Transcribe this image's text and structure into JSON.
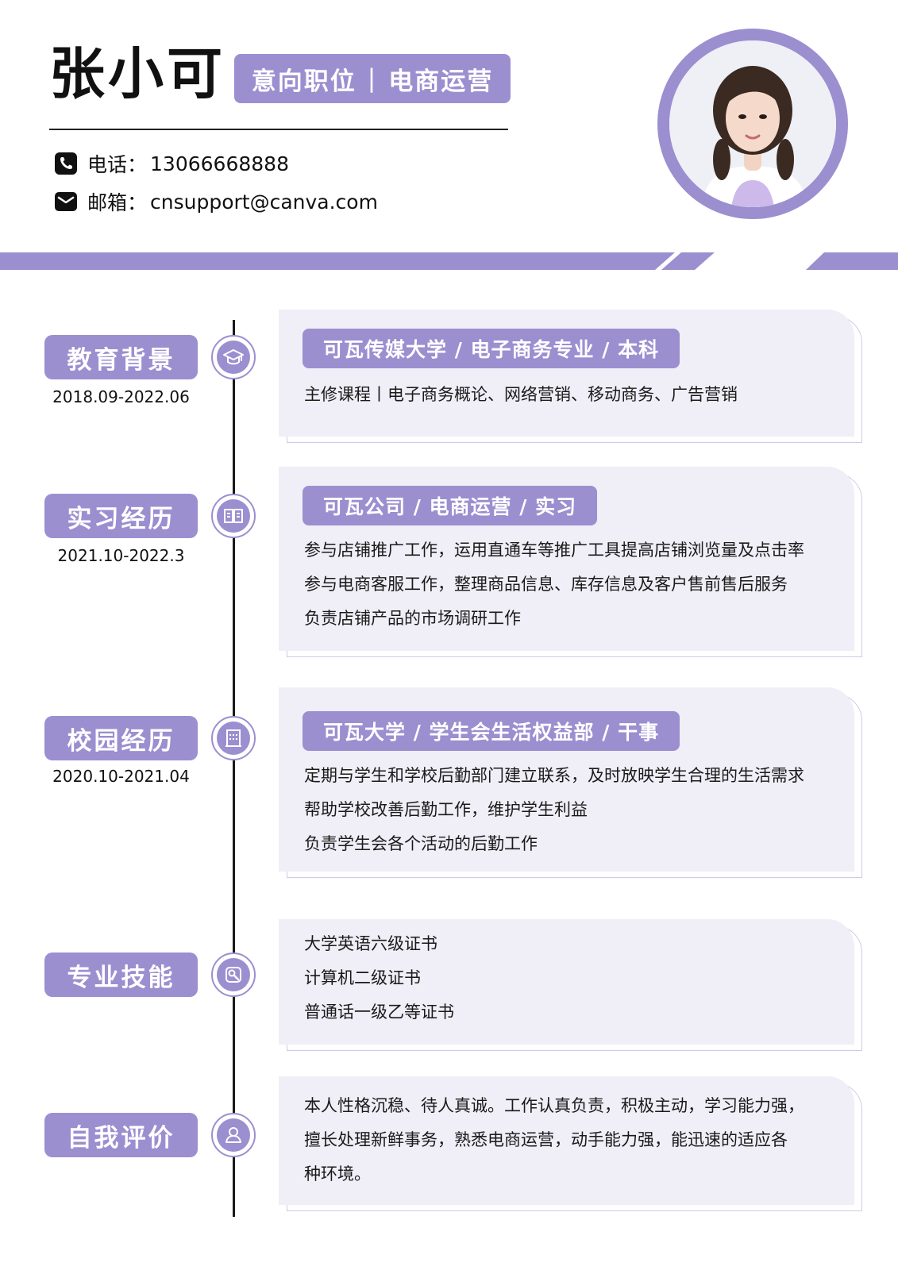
{
  "header": {
    "name": "张小可",
    "job_label": "意向职位",
    "job_value": "电商运营",
    "phone_label": "电话：",
    "phone": "13066668888",
    "email_label": "邮箱：",
    "email": "cnsupport@canva.com"
  },
  "colors": {
    "accent": "#9b8fd0",
    "card_bg": "#f0eef7",
    "text": "#1a1a1a"
  },
  "sections": [
    {
      "title": "教育背景",
      "date": "2018.09-2022.06",
      "icon": "graduation-cap-icon",
      "card_title": "可瓦传媒大学  /  电子商务专业  /  本科",
      "lines": [
        "主修课程丨电子商务概论、网络营销、移动商务、广告营销"
      ]
    },
    {
      "title": "实习经历",
      "date": "2021.10-2022.3",
      "icon": "book-icon",
      "card_title": "可瓦公司 /  电商运营 /  实习",
      "lines": [
        "参与店铺推广工作，运用直通车等推广工具提高店铺浏览量及点击率",
        "参与电商客服工作，整理商品信息、库存信息及客户售前售后服务",
        "负责店铺产品的市场调研工作"
      ]
    },
    {
      "title": "校园经历",
      "date": "2020.10-2021.04",
      "icon": "building-icon",
      "card_title": "可瓦大学  /  学生会生活权益部  /  干事",
      "lines": [
        "定期与学生和学校后勤部门建立联系，及时放映学生合理的生活需求",
        "帮助学校改善后勤工作，维护学生利益",
        "负责学生会各个活动的后勤工作"
      ]
    },
    {
      "title": "专业技能",
      "icon": "wrench-icon",
      "lines": [
        "大学英语六级证书",
        "计算机二级证书",
        "普通话一级乙等证书"
      ]
    },
    {
      "title": "自我评价",
      "icon": "person-icon",
      "lines": [
        "本人性格沉稳、待人真诚。工作认真负责，积极主动，学习能力强，",
        "擅长处理新鲜事务，熟悉电商运营，动手能力强，能迅速的适应各",
        "种环境。"
      ]
    }
  ]
}
